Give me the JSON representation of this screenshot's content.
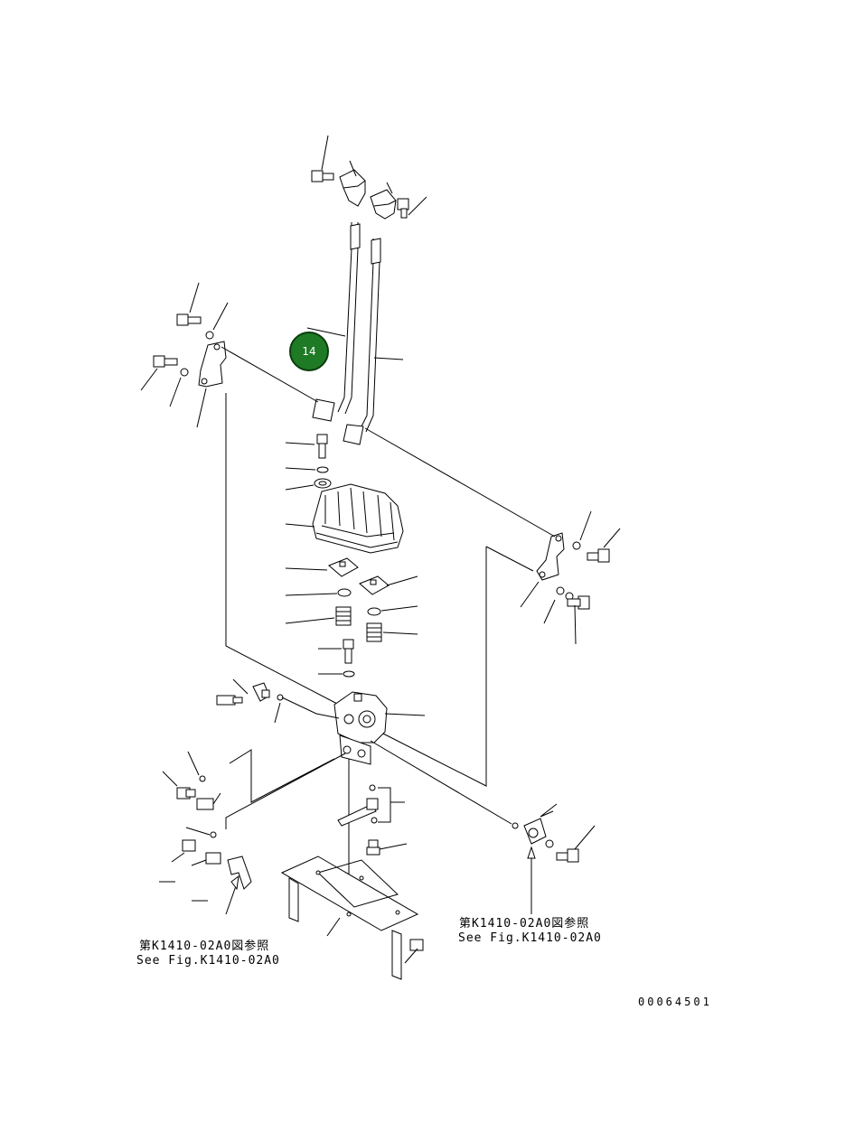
{
  "callout": {
    "number": "14",
    "color": "#1f7a25"
  },
  "references": {
    "left": {
      "line1": "第K1410-02A0図参照",
      "line2": "See Fig.K1410-02A0"
    },
    "right": {
      "line1": "第K1410-02A0図参照",
      "line2": "See Fig.K1410-02A0"
    }
  },
  "drawing_number": "00064501"
}
